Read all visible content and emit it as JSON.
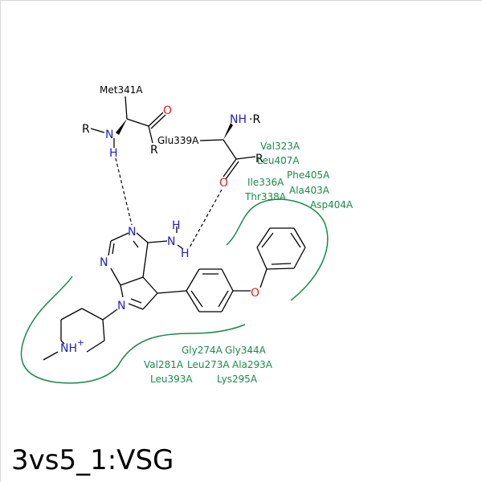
{
  "colors": {
    "bond": "#000000",
    "nitrogen": "#2020c8",
    "oxygen": "#e02020",
    "residue": "#1a8a4a",
    "frame": "#cfcfcf"
  },
  "caption": "3vs5_1:VSG",
  "backbone_labels": {
    "met341": "Met341A",
    "glu339": "Glu339A"
  },
  "atoms": {
    "R": "R",
    "N": "N",
    "H": "H",
    "O": "O",
    "NH": "NH",
    "NHplus": "NH",
    "plus": "+",
    "dot_R": "·R"
  },
  "residues_top": [
    "Val323A",
    "Leu407A",
    "Ile336A",
    "Phe405A",
    "Thr338A",
    "Ala403A",
    "Asp404A"
  ],
  "residues_bottom": [
    "Gly274A",
    "Gly344A",
    "Val281A",
    "Leu273A",
    "Ala293A",
    "Leu393A",
    "Lys295A"
  ]
}
